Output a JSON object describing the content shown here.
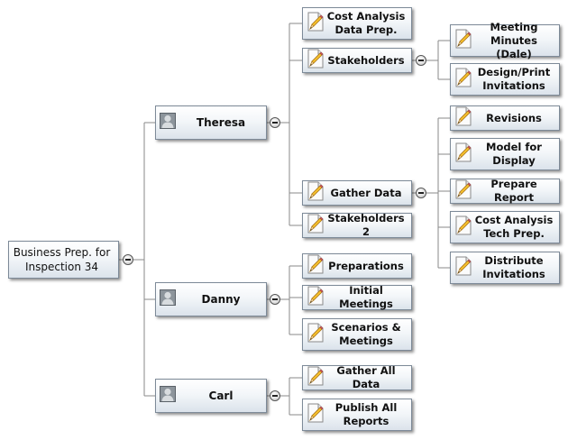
{
  "root": {
    "label": "Business Prep. for Inspection 34"
  },
  "people": [
    {
      "label": "Theresa",
      "icon": "person-icon"
    },
    {
      "label": "Danny",
      "icon": "person-icon"
    },
    {
      "label": "Carl",
      "icon": "person-icon"
    }
  ],
  "theresa_tasks": [
    {
      "label": "Cost Analysis Data Prep.",
      "icon": "task-pencil-icon"
    },
    {
      "label": "Stakeholders",
      "icon": "task-pencil-icon"
    },
    {
      "label": "Gather Data",
      "icon": "task-pencil-icon"
    },
    {
      "label": "Stakeholders 2",
      "icon": "task-pencil-icon"
    }
  ],
  "stakeholders_subtasks": [
    {
      "label": "Meeting Minutes (Dale)",
      "icon": "task-pencil-icon"
    },
    {
      "label": "Design/Print Invitations",
      "icon": "task-pencil-icon"
    }
  ],
  "gather_data_subtasks": [
    {
      "label": "Revisions",
      "icon": "task-pencil-icon"
    },
    {
      "label": "Model for Display",
      "icon": "task-pencil-icon"
    },
    {
      "label": "Prepare Report",
      "icon": "task-pencil-icon"
    },
    {
      "label": "Cost Analysis Tech Prep.",
      "icon": "task-pencil-icon"
    },
    {
      "label": "Distribute Invitations",
      "icon": "task-pencil-icon"
    }
  ],
  "danny_tasks": [
    {
      "label": "Preparations",
      "icon": "task-pencil-icon"
    },
    {
      "label": "Initial Meetings",
      "icon": "task-pencil-icon"
    },
    {
      "label": "Scenarios & Meetings",
      "icon": "task-pencil-icon"
    }
  ],
  "carl_tasks": [
    {
      "label": "Gather All Data",
      "icon": "task-pencil-icon"
    },
    {
      "label": "Publish All Reports",
      "icon": "task-pencil-icon"
    }
  ],
  "toggle_symbol": "collapse-minus-icon",
  "colors": {
    "line": "#8a8a8a",
    "node_border": "#7d8a98",
    "node_gradient_top": "#ffffff",
    "node_gradient_bottom": "#dbe3eb"
  }
}
